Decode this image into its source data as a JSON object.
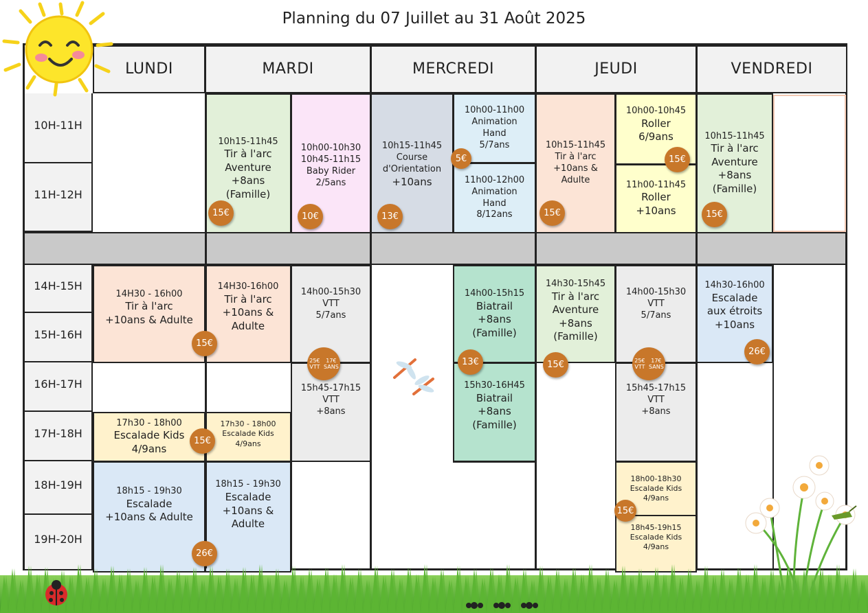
{
  "title": "Planning du 07 Juillet au 31 Août 2025",
  "days": [
    "LUNDI",
    "MARDI",
    "MERCREDI",
    "JEUDI",
    "VENDREDI"
  ],
  "hours": [
    "10H-11H",
    "11H-12H",
    "14H-15H",
    "15H-16H",
    "16H-17H",
    "17H-18H",
    "18H-19H",
    "19H-20H"
  ],
  "colors": {
    "green": "#e2f0d9",
    "pink": "#fbe5f8",
    "grey": "#d6dce5",
    "blue": "#ddeef7",
    "peach": "#fce4d6",
    "yellow": "#ffffcc",
    "cream": "#fff2cc",
    "teal": "#b5e3ce",
    "lightblue": "#dae8f6",
    "lightgrey": "#ececec",
    "price": "#c8772a"
  },
  "activities": {
    "mardi_tir": [
      "10h15-11h45",
      "Tir à l'arc",
      "Aventure",
      "+8ans (Famille)"
    ],
    "mardi_baby": [
      "10h00-10h30",
      "10h45-11h15",
      "Baby Rider",
      "2/5ans"
    ],
    "mer_course": [
      "10h15-11h45",
      "Course",
      "d'Orientation",
      "+10ans"
    ],
    "mer_hand1": [
      "10h00-11h00",
      "Animation",
      "Hand",
      "5/7ans"
    ],
    "mer_hand2": [
      "11h00-12h00",
      "Animation",
      "Hand",
      "8/12ans"
    ],
    "jeu_tir": [
      "10h15-11h45",
      "Tir à l'arc",
      "+10ans &",
      "Adulte"
    ],
    "jeu_roller1": [
      "10h00-10h45",
      "Roller",
      "6/9ans"
    ],
    "jeu_roller2": [
      "11h00-11h45",
      "Roller",
      "+10ans"
    ],
    "ven_tir": [
      "10h15-11h45",
      "Tir à l'arc",
      "Aventure",
      "+8ans",
      "(Famille)"
    ],
    "lun_tir": [
      "14H30 - 16h00",
      "Tir à l'arc",
      "+10ans & Adulte"
    ],
    "mar_tir_pm": [
      "14H30-16h00",
      "Tir à l'arc",
      "+10ans &",
      "Adulte"
    ],
    "mar_vtt1": [
      "14h00-15h30",
      "VTT",
      "5/7ans"
    ],
    "mar_vtt2": [
      "15h45-17h15",
      "VTT",
      "+8ans"
    ],
    "mer_bia1": [
      "14h00-15h15",
      "Biatrail",
      "+8ans",
      "(Famille)"
    ],
    "mer_bia2": [
      "15h30-16H45",
      "Biatrail",
      "+8ans",
      "(Famille)"
    ],
    "jeu_tir_pm": [
      "14h30-15h45",
      "Tir à l'arc",
      "Aventure",
      "+8ans",
      "(Famille)"
    ],
    "jeu_vtt1": [
      "14h00-15h30",
      "VTT",
      "5/7ans"
    ],
    "jeu_vtt2": [
      "15h45-17h15",
      "VTT",
      "+8ans"
    ],
    "ven_esc": [
      "14h30-16h00",
      "Escalade",
      "aux étroits",
      "+10ans"
    ],
    "lun_kids": [
      "17h30 - 18h00",
      "Escalade Kids",
      "4/9ans"
    ],
    "mar_kids": [
      "17h30 - 18h00",
      "Escalade Kids",
      "4/9ans"
    ],
    "lun_esc": [
      "18h15 - 19h30",
      "Escalade",
      "+10ans & Adulte"
    ],
    "mar_esc": [
      "18h15 - 19h30",
      "Escalade",
      "+10ans &",
      "Adulte"
    ],
    "jeu_kids1": [
      "18h00-18h30",
      "Escalade Kids",
      "4/9ans"
    ],
    "jeu_kids2": [
      "18h45-19h15",
      "Escalade Kids",
      "4/9ans"
    ]
  },
  "prices": {
    "p15": "15€",
    "p10": "10€",
    "p13": "13€",
    "p5": "5€",
    "p26": "26€",
    "vtt_1": "25€ VTT",
    "vtt_2": "17€ SANS"
  }
}
